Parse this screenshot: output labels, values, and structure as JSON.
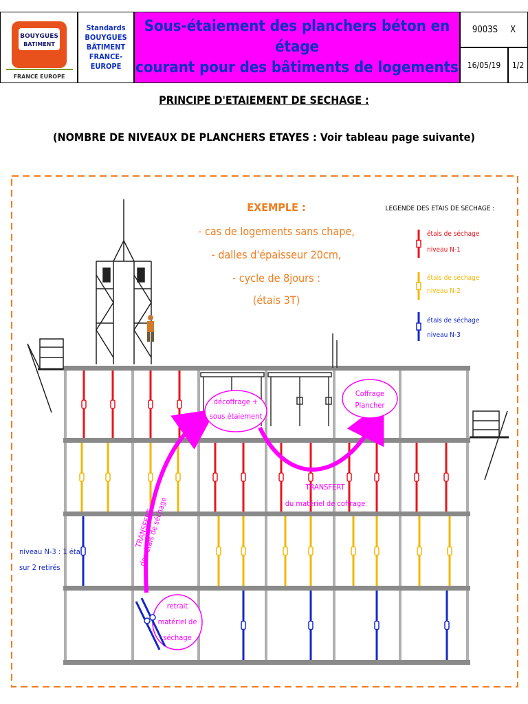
{
  "header": {
    "logo_line1": "BOUYGUES",
    "logo_line2": "BATIMENT",
    "logo_sub": "FRANCE EUROPE",
    "standards": [
      "Standards",
      "BOUYGUES",
      "BÂTIMENT",
      "FRANCE-EUROPE"
    ],
    "title_line1": "Sous-étaiement des planchers béton en étage",
    "title_line2": "courant pour des bâtiments de logements",
    "doc_ref": "9003S",
    "doc_mark": "X",
    "date": "16/05/19",
    "page": "1/2"
  },
  "heading": "PRINCIPE D'ETAIEMENT DE SECHAGE :",
  "subheading": "(NOMBRE DE NIVEAUX DE PLANCHERS ETAYES : Voir tableau page suivante)",
  "example": {
    "title": "EXEMPLE :",
    "lines": [
      "-  cas de logements sans chape,",
      "- dalles d'épaisseur 20cm,",
      "- cycle de 8jours :",
      "(étais 3T)"
    ]
  },
  "legend": {
    "title": "LEGENDE DES ETAIS DE SECHAGE :",
    "items": [
      {
        "line1": "étais de séchage",
        "line2": "niveau N-1",
        "color": "#e8141c"
      },
      {
        "line1": "étais de séchage",
        "line2": "niveau N-2",
        "color": "#f2b705"
      },
      {
        "line1": "étais de séchage",
        "line2": "niveau N-3",
        "color": "#1428c8"
      }
    ]
  },
  "labels": {
    "decoffrage": [
      "décoffrage +",
      "sous étaiement"
    ],
    "coffrage": [
      "Coffrage",
      "Plancher"
    ],
    "retrait": [
      "retrait",
      "matériel de",
      "séchage"
    ],
    "transfert_etais": [
      "TRANSFERT",
      "des étais de séchage"
    ],
    "transfert_coffrage": [
      "TRANSFERT",
      "du matériel de coffrage"
    ],
    "niveau_n3": [
      "niveau N-3 : 1 étai",
      "sur 2 retirés"
    ]
  },
  "colors": {
    "red": "#e8141c",
    "yellow": "#f2b705",
    "blue": "#1428c8",
    "magenta": "#ff00ff",
    "orange": "#f07d1e",
    "slab": "#8a8a8a"
  }
}
